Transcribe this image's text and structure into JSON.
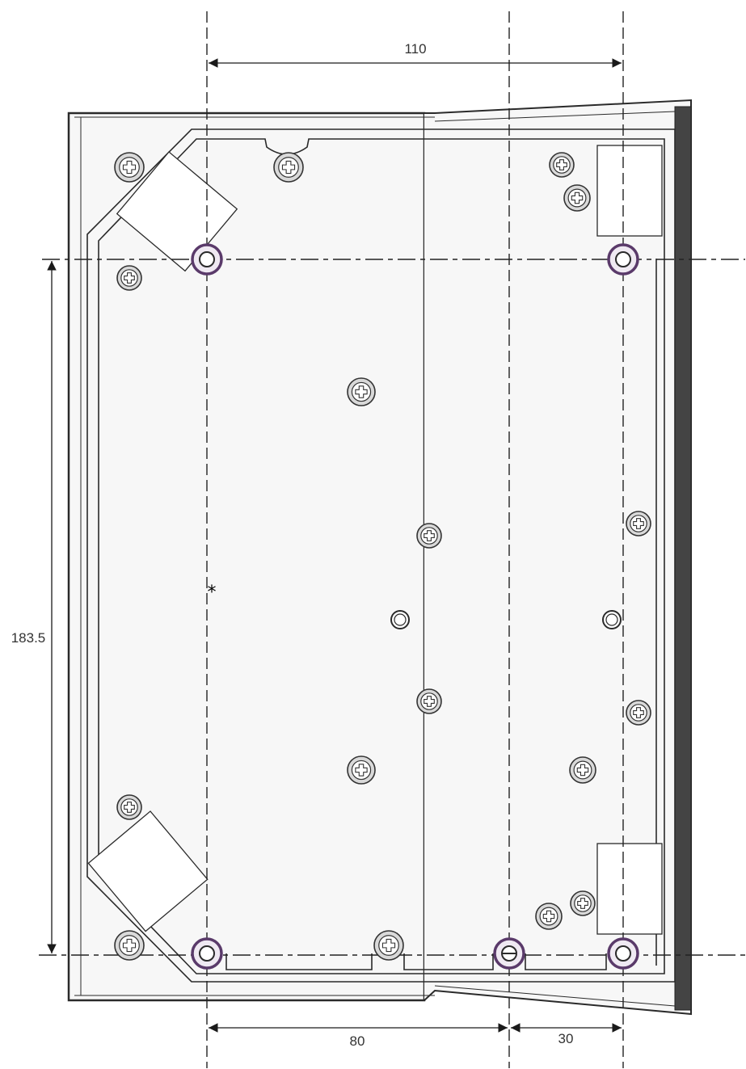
{
  "dimensions": {
    "top_width": "110",
    "left_height": "183.5",
    "bottom_left": "80",
    "bottom_right": "30"
  },
  "marker": "*",
  "colors": {
    "line": "#2a2a2a",
    "panel": "#f7f7f7",
    "standoff": "#5a3a6a",
    "screw_fill": "#d9d9d9"
  },
  "icons": {
    "screw": "cross-screw-icon",
    "standoff": "mounting-hole-icon"
  }
}
